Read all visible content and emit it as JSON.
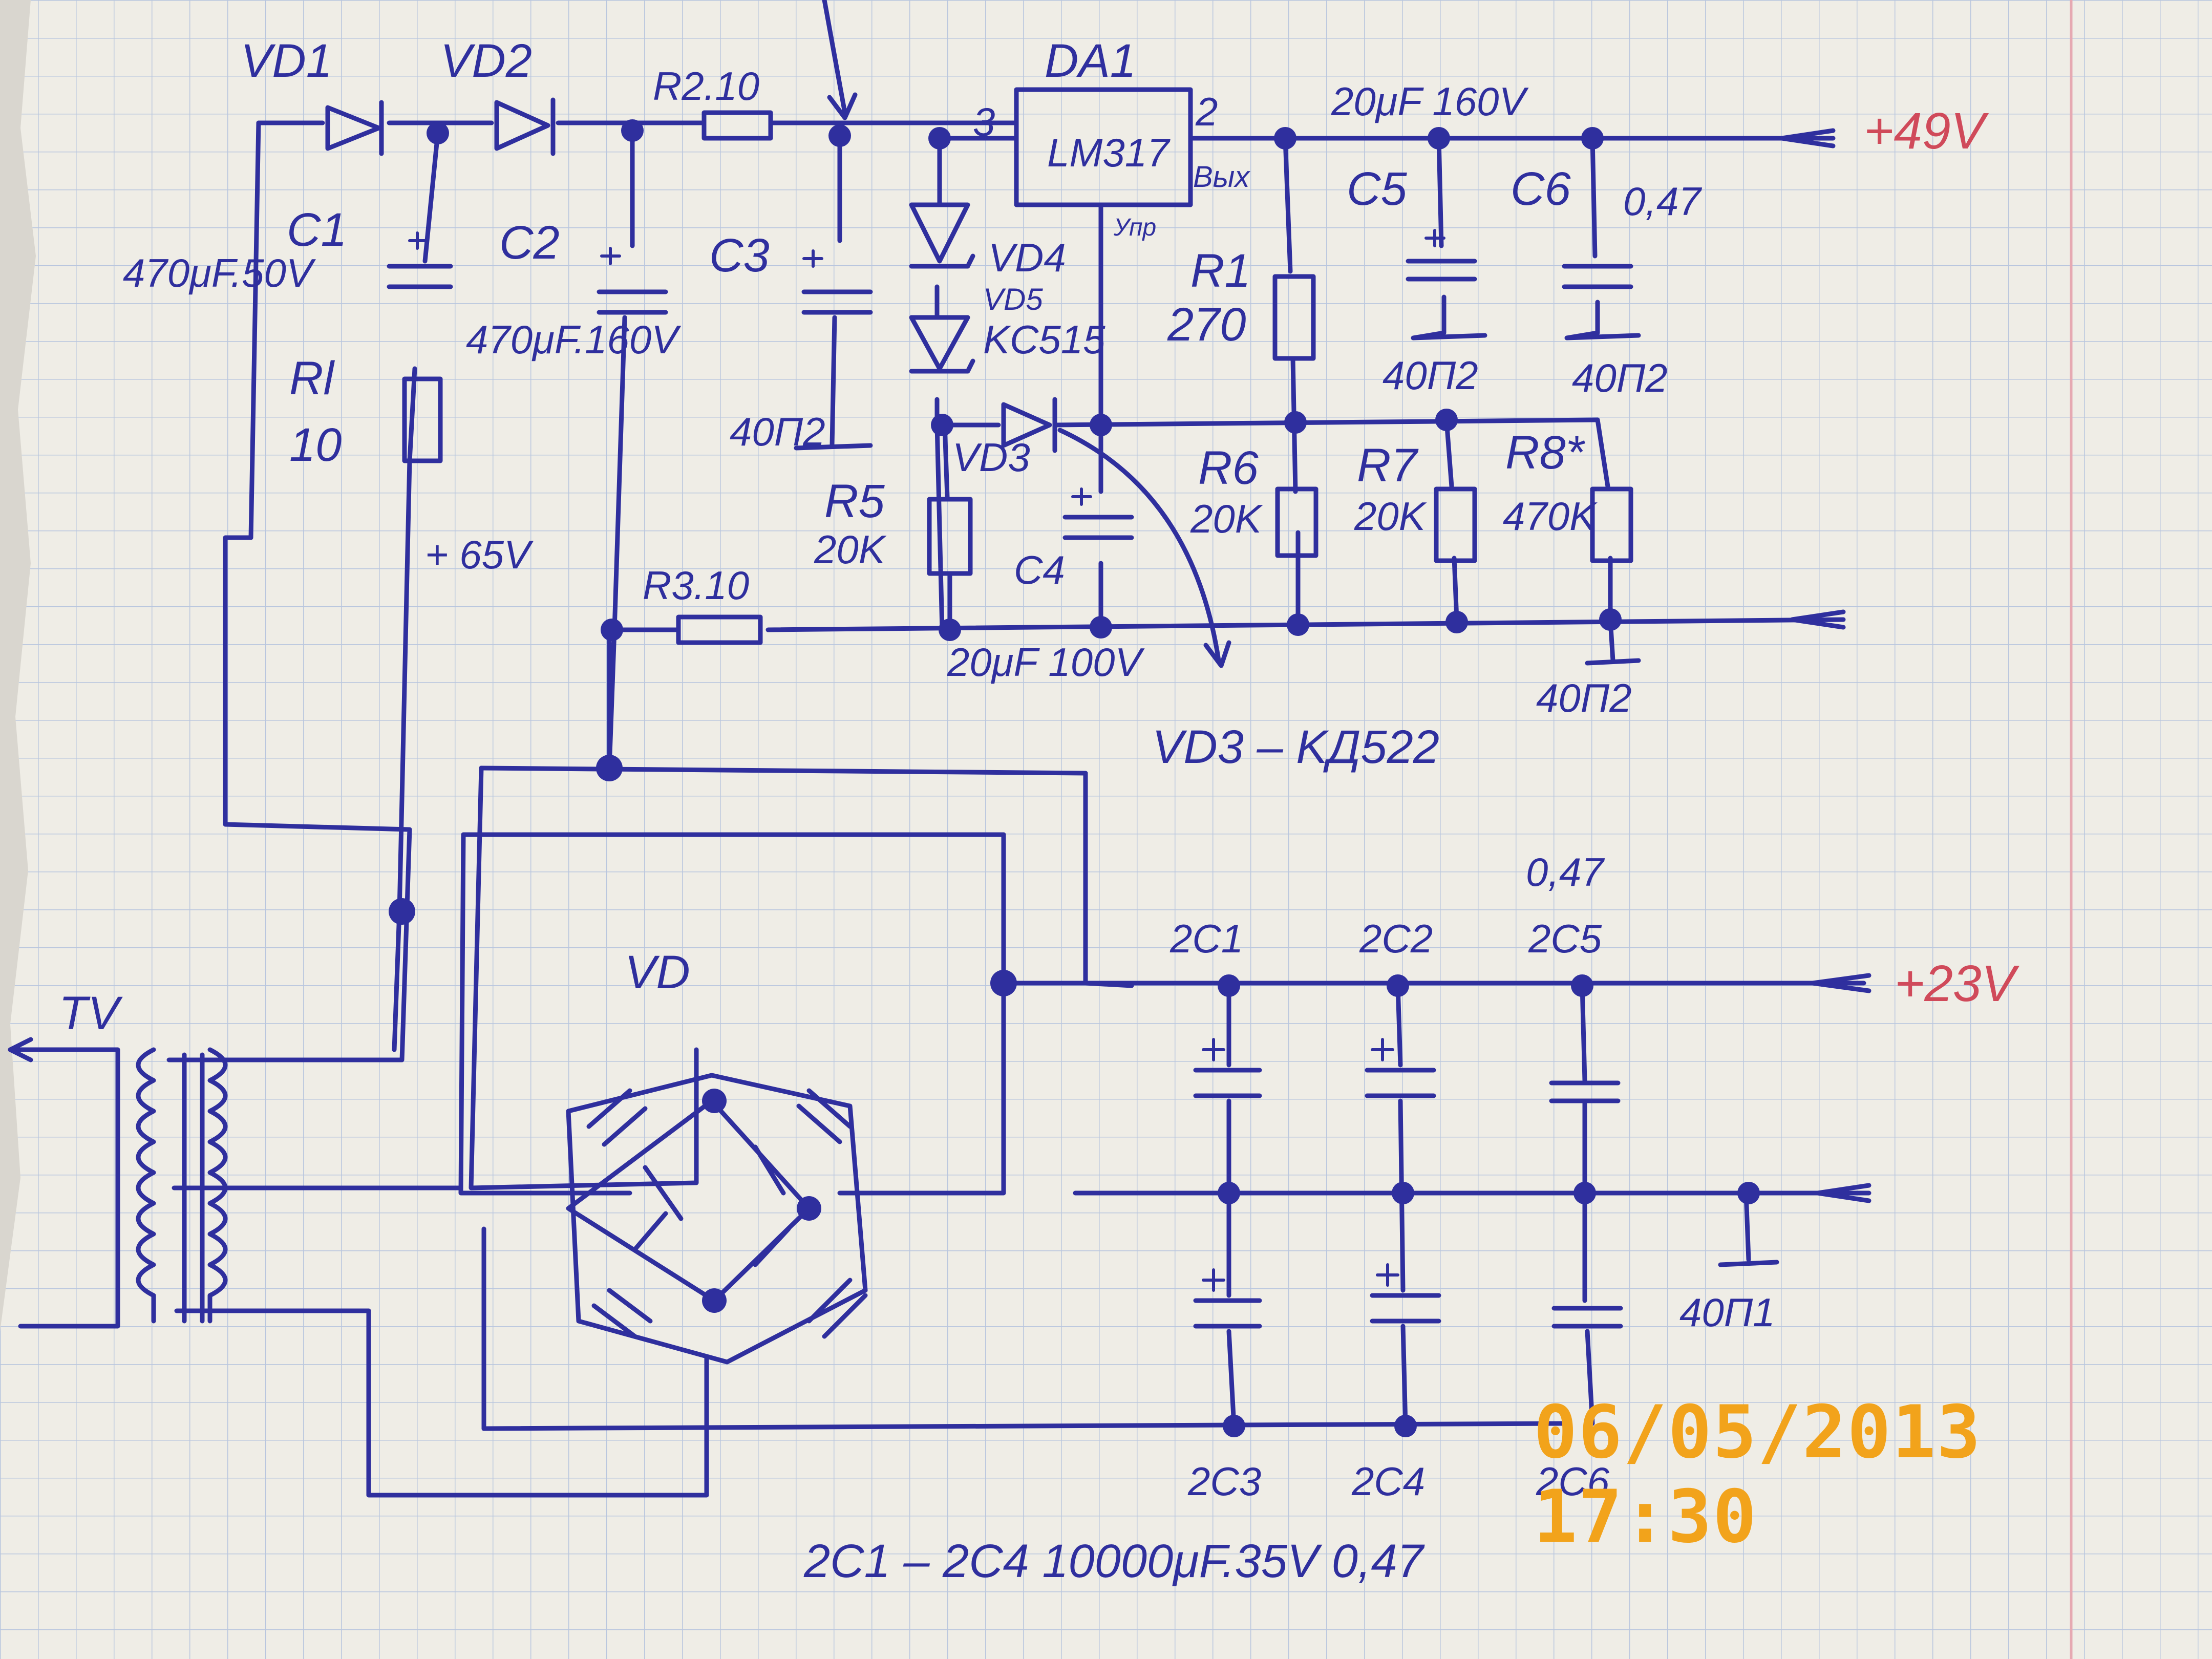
{
  "labels": {
    "vd1": "VD1",
    "vd2": "VD2",
    "r2": "R2.10",
    "da1": "DA1",
    "lm317": "LM317",
    "pin3": "3",
    "pin2": "2",
    "vyh": "Вых",
    "upr": "Упр",
    "cap_20mf_160v": "20μF 160V",
    "c5": "C5",
    "c6": "C6",
    "c6_val": "0,47",
    "out_49v": "+49V",
    "c1": "C1",
    "c1_val": "470μF.50V",
    "c2": "C2",
    "c2_val": "470μF.160V",
    "c3": "C3",
    "vd4": "VD4",
    "vd5": "VD5",
    "kc515": "KC515",
    "r1": "R1",
    "r1_val": "270",
    "gnd_c5": "40П2",
    "gnd_c6": "40П2",
    "rl": "Rl",
    "rl_val": "10",
    "gnd_c3": "40П2",
    "vd3": "VD3",
    "r5": "R5",
    "r5_val": "20K",
    "c4": "C4",
    "r6": "R6",
    "r6_val": "20K",
    "r7": "R7",
    "r7_val": "20K",
    "r8": "R8*",
    "r8_val": "470K",
    "v65": "+ 65V",
    "r3": "R3.10",
    "c4_val": "20μF 100V",
    "gnd_r8": "40П2",
    "vd3_note": "VD3 – KД522",
    "tv": "TV",
    "vd": "VD",
    "c2c5_val": "0,47",
    "c2c1": "2C1",
    "c2c2": "2C2",
    "c2c5": "2C5",
    "out_23v": "+23V",
    "gnd_mid": "40П1",
    "c2c3": "2C3",
    "c2c4": "2C4",
    "c2c6": "2C6",
    "note_bottom": "2C1 – 2C4 10000μF.35V 0,47",
    "timestamp": "06/05/2013 17:30"
  },
  "colors": {
    "ink": "#2f2f9e",
    "red_ink": "#d04a5a",
    "grid": "#b9c6de",
    "margin_line": "#e6a9b2",
    "paper": "#efede6",
    "stamp": "#f2a31b"
  }
}
